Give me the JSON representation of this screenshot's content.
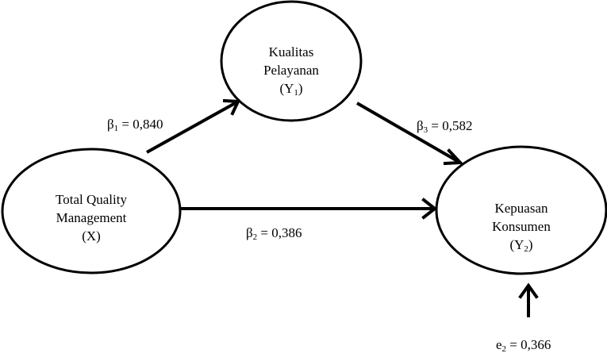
{
  "nodes": {
    "x": {
      "line1": "Total Quality",
      "line2": "Management",
      "line3": "(X)"
    },
    "y1": {
      "line1": "Kualitas",
      "line2": "Pelayanan",
      "line3_main": "(Y",
      "line3_sub": "1",
      "line3_end": ")"
    },
    "y2": {
      "line1": "Kepuasan",
      "line2": "Konsumen",
      "line3_main": "(Y",
      "line3_sub": "2",
      "line3_end": ")"
    }
  },
  "paths": {
    "b1": {
      "symbol": "β",
      "sub": "1",
      "value": " = 0,840"
    },
    "b2": {
      "symbol": "β",
      "sub": "2",
      "value": " = 0,386"
    },
    "b3": {
      "symbol": "β",
      "sub": "3",
      "value": " = 0,582"
    },
    "e2": {
      "symbol": "e",
      "sub": "2",
      "value": " = 0,366"
    }
  }
}
